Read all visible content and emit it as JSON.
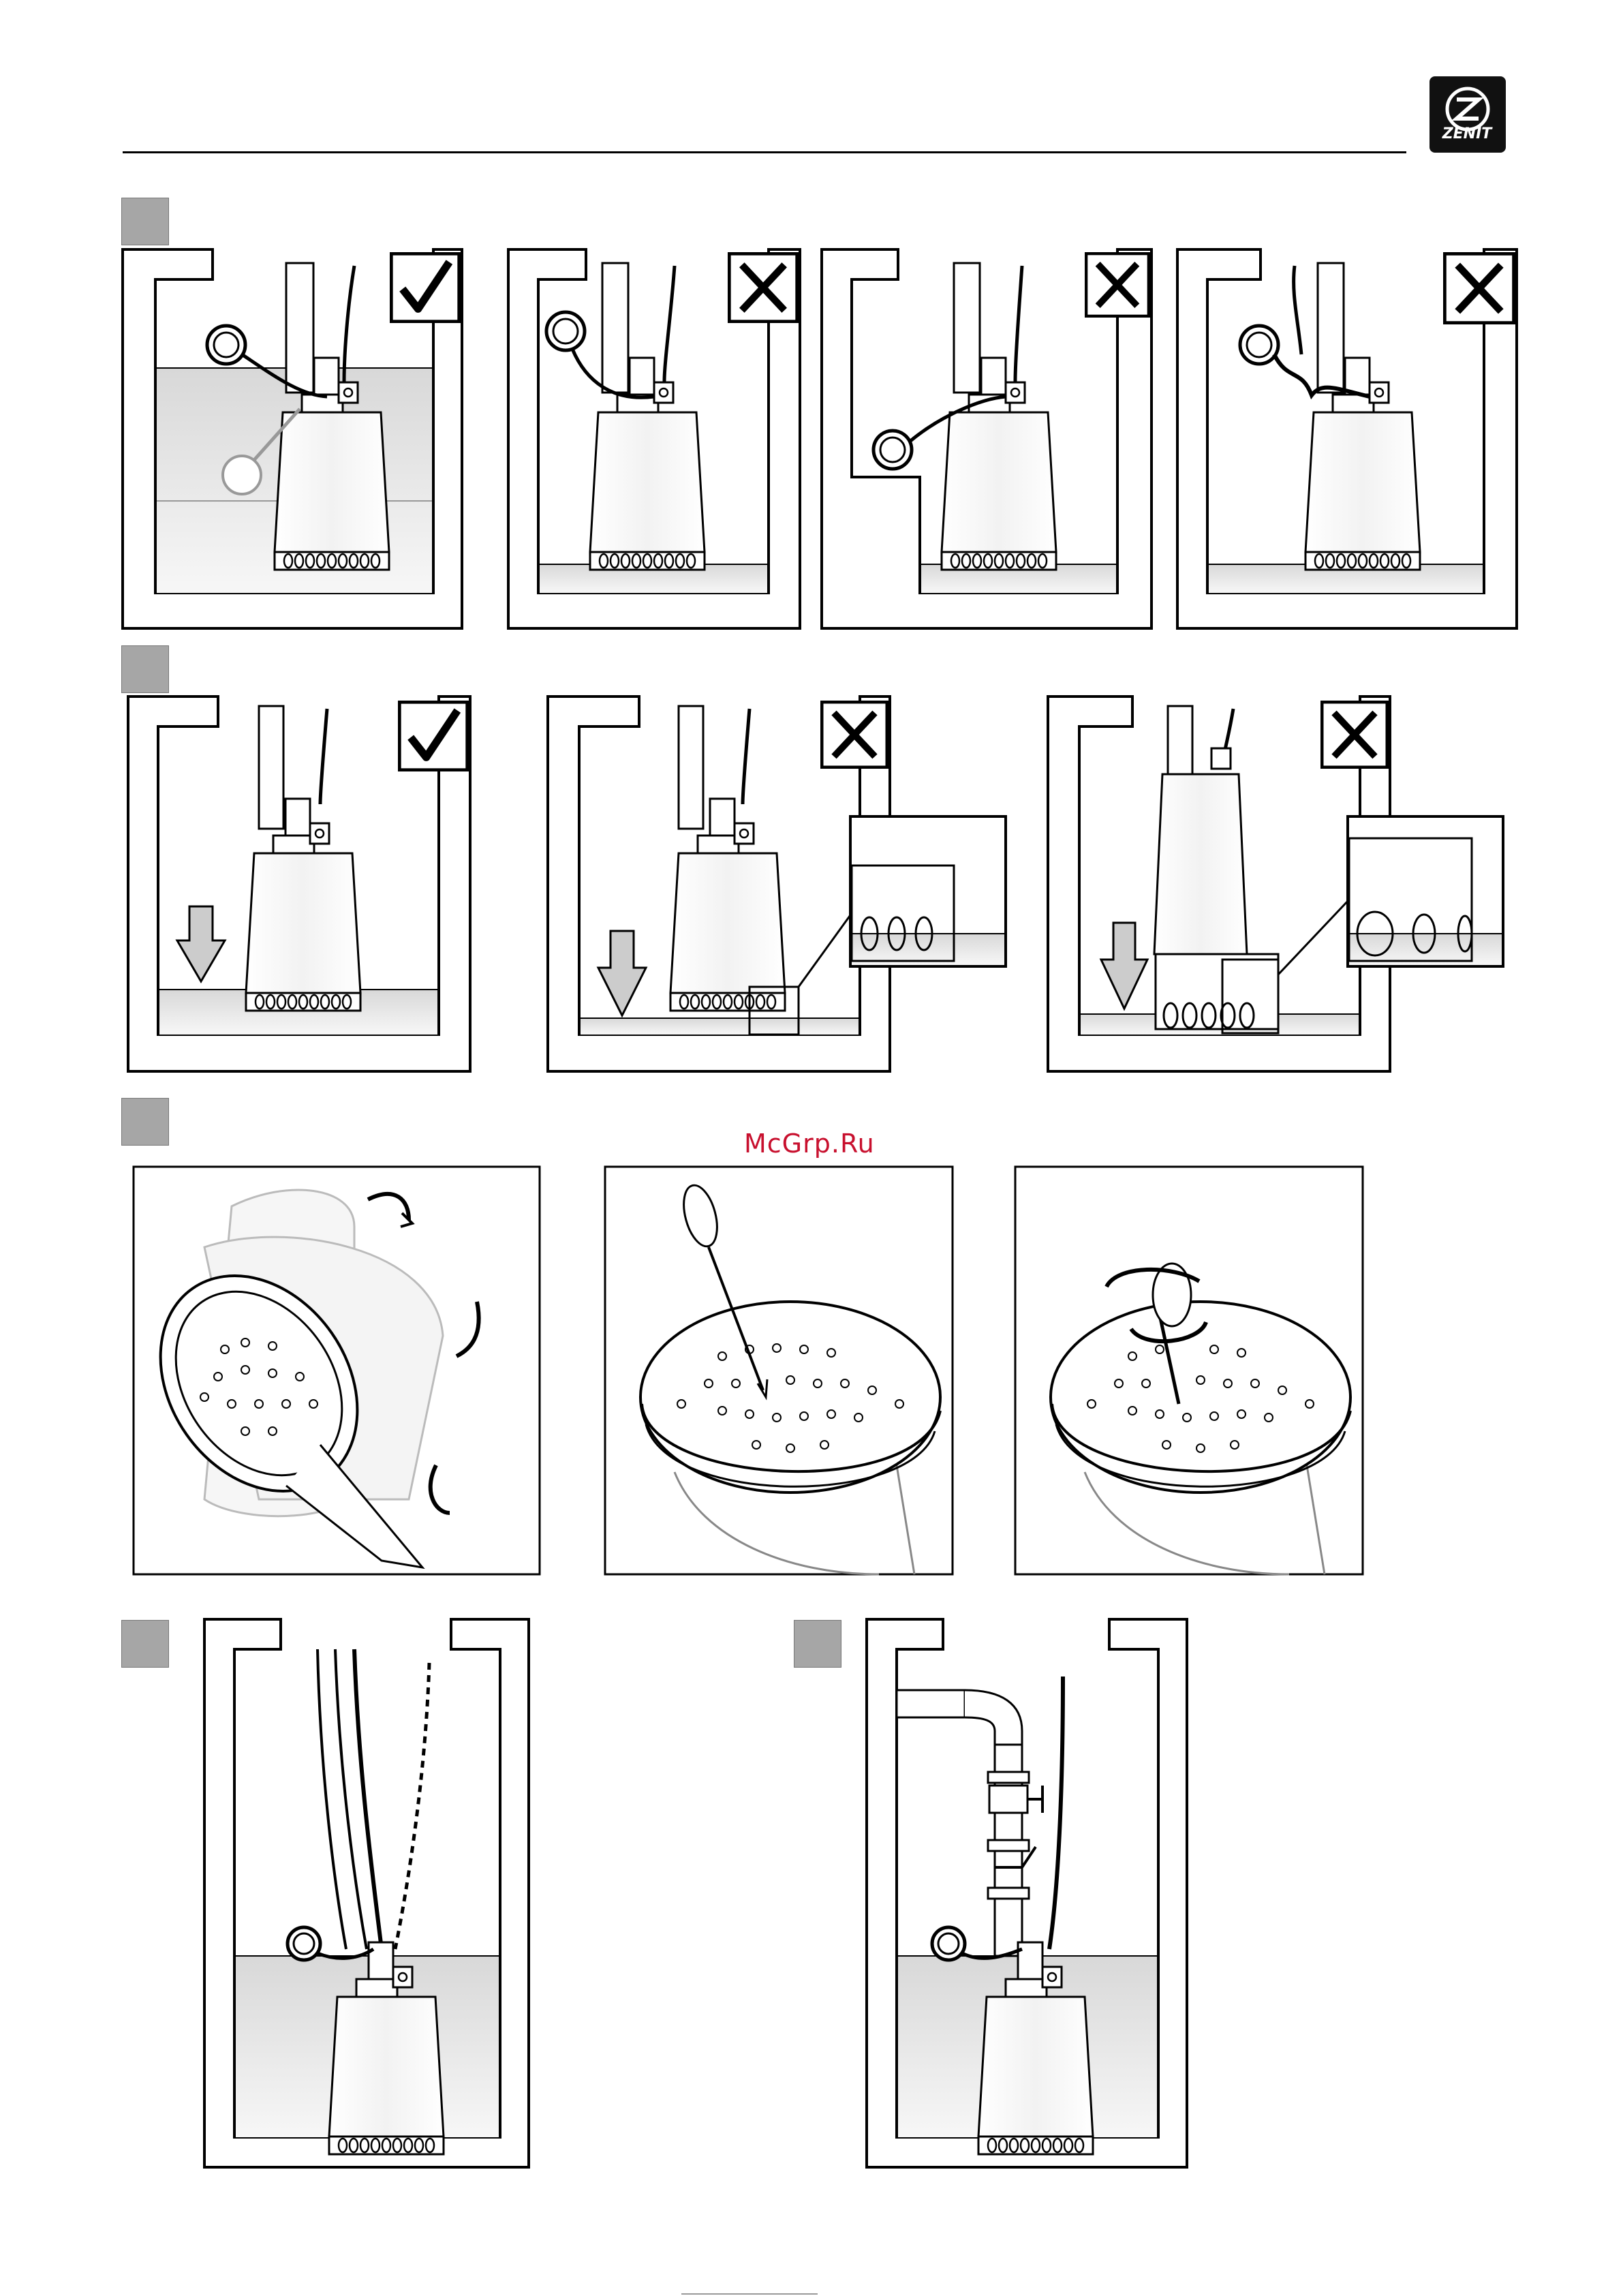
{
  "header": {
    "brand": "ZENIT"
  },
  "watermark": "McGrp.Ru",
  "figures": {
    "group1": {
      "marks": [
        "correct",
        "wrong",
        "wrong",
        "wrong"
      ]
    },
    "group2": {
      "marks": [
        "correct",
        "wrong",
        "wrong"
      ]
    },
    "group3": {
      "panels": [
        "rotate-pump",
        "insert-tool",
        "turn-tool"
      ]
    },
    "group4": {
      "panels": [
        "hose-and-chain",
        "rigid-pipe-with-valve"
      ]
    }
  },
  "icons": {
    "correct": "check-mark-icon",
    "wrong": "cross-mark-icon",
    "logo": "zenit-logo-icon"
  },
  "colors": {
    "line": "#000000",
    "marker": "#a6a6a6",
    "water": "#e4e4e4",
    "watermark": "#c8102e"
  }
}
